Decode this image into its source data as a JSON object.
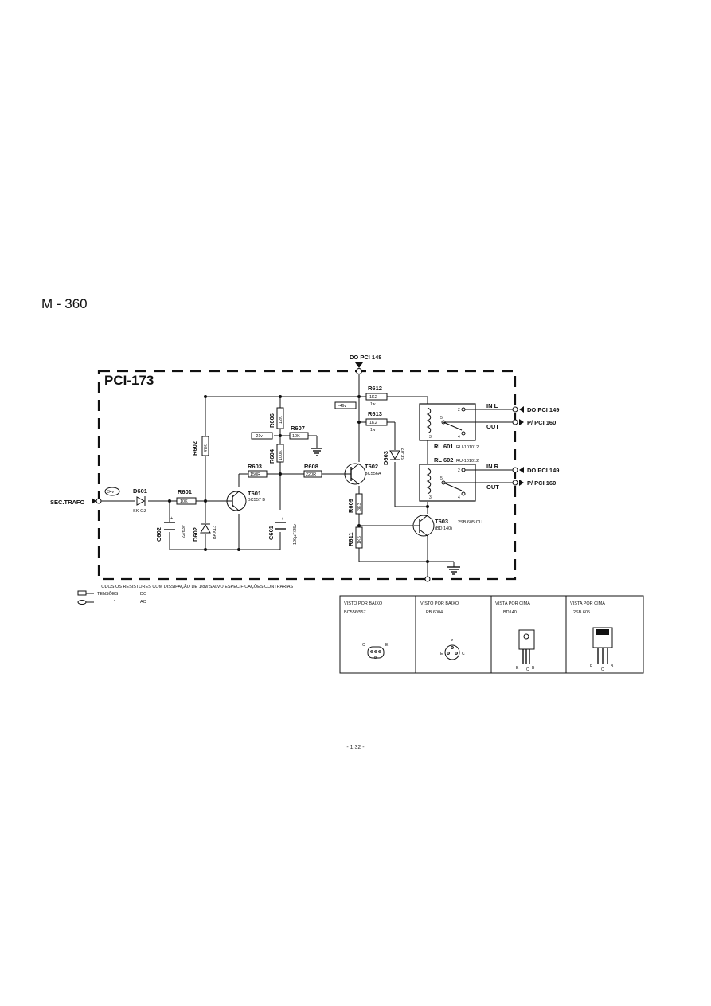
{
  "page": {
    "title": "M - 360",
    "page_number": "- 1.32 -"
  },
  "board": {
    "name": "PCI-173",
    "connections": {
      "top_input": "DO PCI 148",
      "sec_trafo": "SEC.TRAFO",
      "in_l_from": "DO PCI 149",
      "out_l_to": "P/ PCI 160",
      "in_r_from": "DO PCI 149",
      "out_r_to": "P/ PCI 160"
    },
    "voltages": {
      "v34": "34v",
      "v46": "-46v",
      "v21": "-21v"
    },
    "components": {
      "D601": {
        "ref": "D601",
        "value": "SK-OZ"
      },
      "R601": {
        "ref": "R601",
        "value": "10K"
      },
      "C602": {
        "ref": "C602",
        "value": "22/63v"
      },
      "D602": {
        "ref": "D602",
        "value": "BAX13"
      },
      "R602": {
        "ref": "R602",
        "value": "47K"
      },
      "T601": {
        "ref": "T601",
        "value": "BC557 B"
      },
      "R603": {
        "ref": "R603",
        "value": "150R"
      },
      "R604": {
        "ref": "R604",
        "value": "100K"
      },
      "R606": {
        "ref": "R606",
        "value": "12K"
      },
      "R607": {
        "ref": "R607",
        "value": "10K"
      },
      "C601": {
        "ref": "C601",
        "value": "100µF/25v"
      },
      "R608": {
        "ref": "R608",
        "value": "220R"
      },
      "T602": {
        "ref": "T602",
        "value": "BC556A"
      },
      "R612": {
        "ref": "R612",
        "value": "1K2",
        "power": "1w"
      },
      "R613": {
        "ref": "R613",
        "value": "1K2",
        "power": "1w"
      },
      "D603": {
        "ref": "D603",
        "value": "SK-02"
      },
      "R609": {
        "ref": "R609",
        "value": "3K3"
      },
      "R611": {
        "ref": "R611",
        "value": "1K5"
      },
      "T603": {
        "ref": "T603",
        "value": "2SB 605 OU",
        "alt": "(BD 140)"
      },
      "RL601": {
        "ref": "RL 601",
        "value": "RU-101012",
        "label_in": "IN L",
        "label_out": "OUT"
      },
      "RL602": {
        "ref": "RL 602",
        "value": "RU-101012",
        "label_in": "IN R",
        "label_out": "OUT"
      }
    },
    "relay_pins": {
      "p2": "2",
      "p3": "3",
      "p4": "4",
      "p5": "5"
    }
  },
  "notes": {
    "resistors": "TODOS OS RESISTORES COM DISSIPAÇÃO DE 1/8w SALVO ESPECIFICAÇÕES CONTRARIAS",
    "legend_dc_label": "TENSÕES",
    "legend_dc_value": "DC",
    "legend_ac_label": "\"",
    "legend_ac_value": "AC"
  },
  "pinouts": [
    {
      "view": "VISTO POR BAIXO",
      "part": "BC556/557",
      "pins": [
        "C",
        "E",
        "B"
      ]
    },
    {
      "view": "VISTO POR BAIXO",
      "part": "PB 6004",
      "pins": [
        "P",
        "E",
        "C"
      ]
    },
    {
      "view": "VISTA POR CIMA",
      "part": "BD140",
      "pins": [
        "E",
        "C",
        "B"
      ]
    },
    {
      "view": "VISTA POR CIMA",
      "part": "2SB 605",
      "pins": [
        "E",
        "C",
        "B"
      ]
    }
  ],
  "colors": {
    "ink": "#111111",
    "paper": "#ffffff"
  }
}
